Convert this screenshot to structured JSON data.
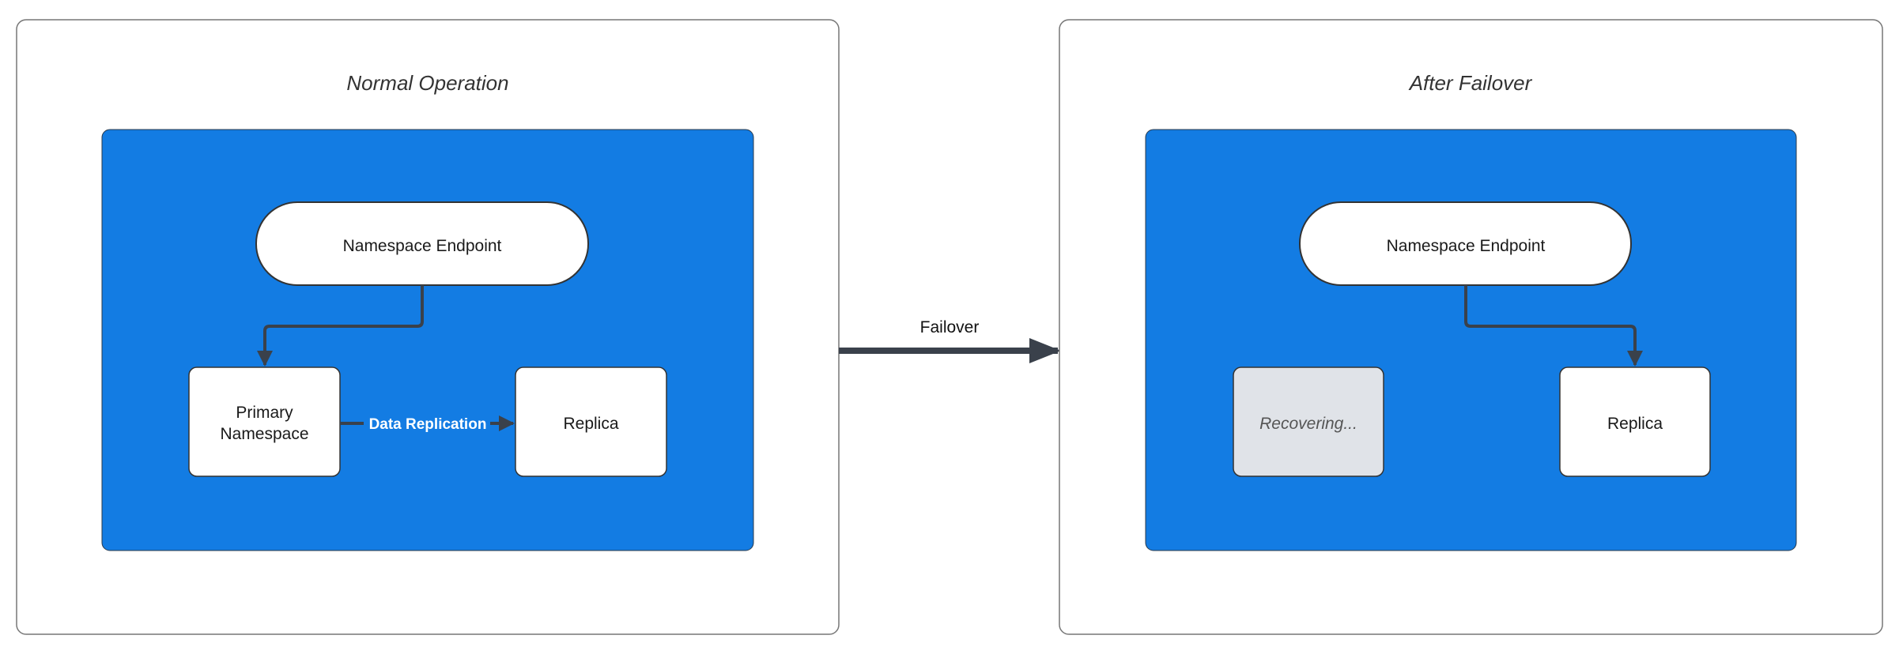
{
  "colors": {
    "container_blue": "#137CE3",
    "edge": "#3A414B",
    "recovering_fill": "#E0E3E8",
    "node_fill": "#FFFFFF"
  },
  "panels": [
    {
      "title": "Normal Operation",
      "endpoint": "Namespace Endpoint",
      "nodes": [
        {
          "lines": [
            "Primary",
            "Namespace"
          ]
        },
        {
          "lines": [
            "Replica"
          ]
        }
      ],
      "edge_label": "Data Replication"
    },
    {
      "title": "After Failover",
      "endpoint": "Namespace Endpoint",
      "nodes": [
        {
          "lines": [
            "Recovering..."
          ],
          "state": "recovering"
        },
        {
          "lines": [
            "Replica"
          ]
        }
      ]
    }
  ],
  "transition_label": "Failover"
}
